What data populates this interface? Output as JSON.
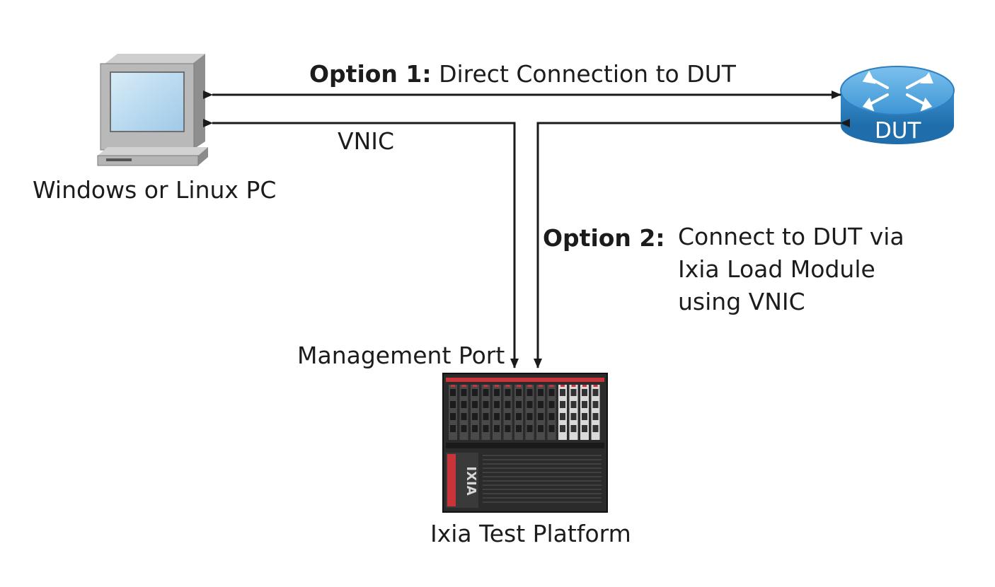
{
  "pc": {
    "label": "Windows or Linux PC",
    "icon": "desktop-computer-icon"
  },
  "dut": {
    "label": "DUT",
    "icon": "router-icon",
    "color": "#3a8fd0"
  },
  "platform": {
    "label": "Ixia Test Platform",
    "icon": "test-chassis-icon",
    "brand_text": "IXIA",
    "accent": "#c8343a"
  },
  "option1": {
    "prefix": "Option 1:",
    "text": "Direct Connection to DUT"
  },
  "option2": {
    "prefix": "Option 2:",
    "lines": [
      "Connect to DUT via",
      "Ixia Load Module",
      "using VNIC"
    ]
  },
  "vnic_label": "VNIC",
  "management_port_label": "Management Port"
}
